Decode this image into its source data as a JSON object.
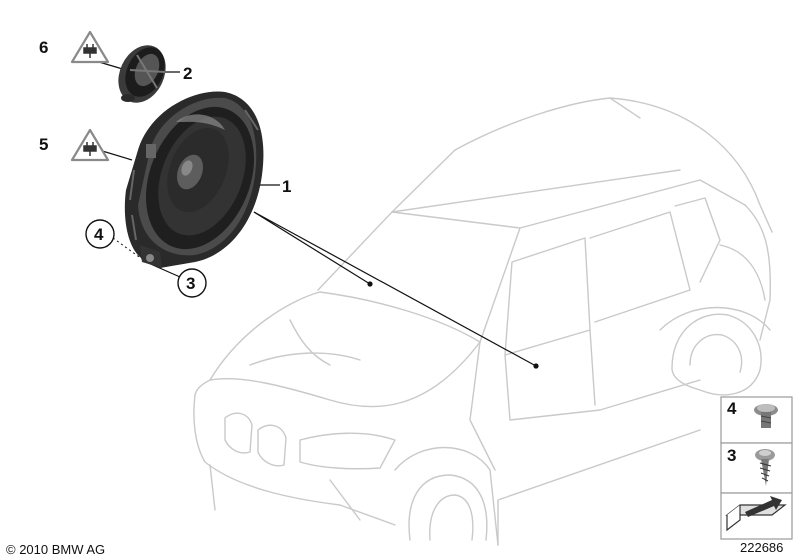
{
  "callouts": {
    "speaker": "1",
    "tweeter": "2",
    "screw": "3",
    "nut": "4",
    "plug_speaker": "5",
    "plug_tweeter": "6"
  },
  "legend": {
    "nut": "4",
    "screw": "3"
  },
  "copyright": "© 2010 BMW AG",
  "diagram_number": "222686"
}
